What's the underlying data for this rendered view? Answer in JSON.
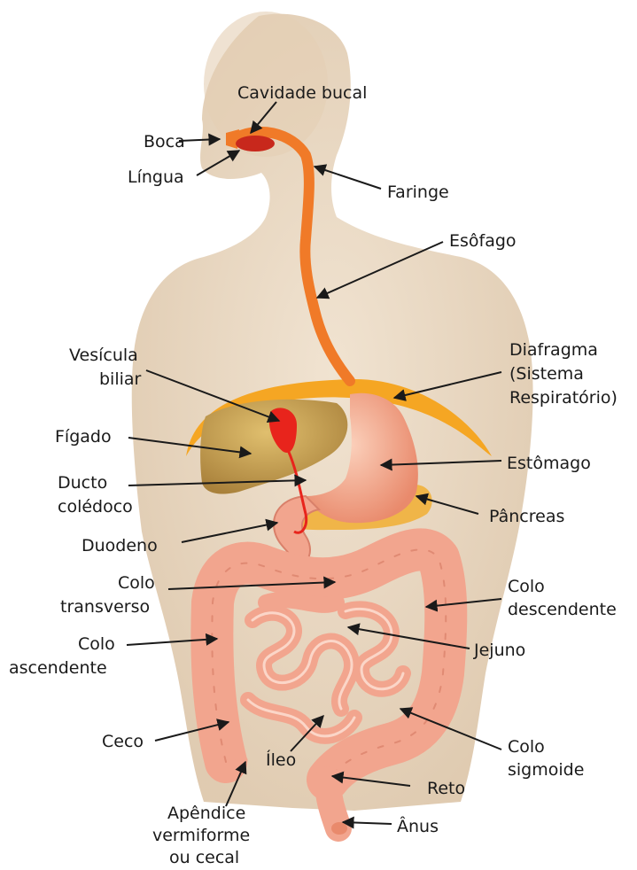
{
  "labels": {
    "cavidade_bucal": "Cavidade bucal",
    "boca": "Boca",
    "lingua": "Língua",
    "faringe": "Faringe",
    "esofago": "Esôfago",
    "diafragma": [
      "Diafragma",
      "(Sistema",
      "Respiratório)"
    ],
    "vesicula": [
      "Vesícula",
      "biliar"
    ],
    "figado": "Fígado",
    "estomago": "Estômago",
    "ducto": [
      "Ducto",
      "colédoco"
    ],
    "pancreas": "Pâncreas",
    "duodeno": "Duodeno",
    "colo_transverso": [
      "Colo",
      "transverso"
    ],
    "colo_descendente": [
      "Colo",
      "descendente"
    ],
    "colo_ascendente": [
      "Colo",
      "ascendente"
    ],
    "jejuno": "Jejuno",
    "ceco": "Ceco",
    "ileo": "Íleo",
    "colo_sigmoide": [
      "Colo",
      "sigmoide"
    ],
    "reto": "Reto",
    "anus": "Ânus",
    "apendice": [
      "Apêndice",
      "vermiforme",
      "ou cecal"
    ]
  },
  "colors": {
    "skin": "#e8d6bf",
    "skin_shadow": "#d9c2a6",
    "tract": "#f07a28",
    "intestine": "#f2a58e",
    "intestine_dark": "#d9806a",
    "liver": "#c9a050",
    "gallbladder": "#e8241c",
    "pancreas": "#f0b548",
    "stomach": "#f4aa8a",
    "diaphragm": "#f5a623"
  }
}
